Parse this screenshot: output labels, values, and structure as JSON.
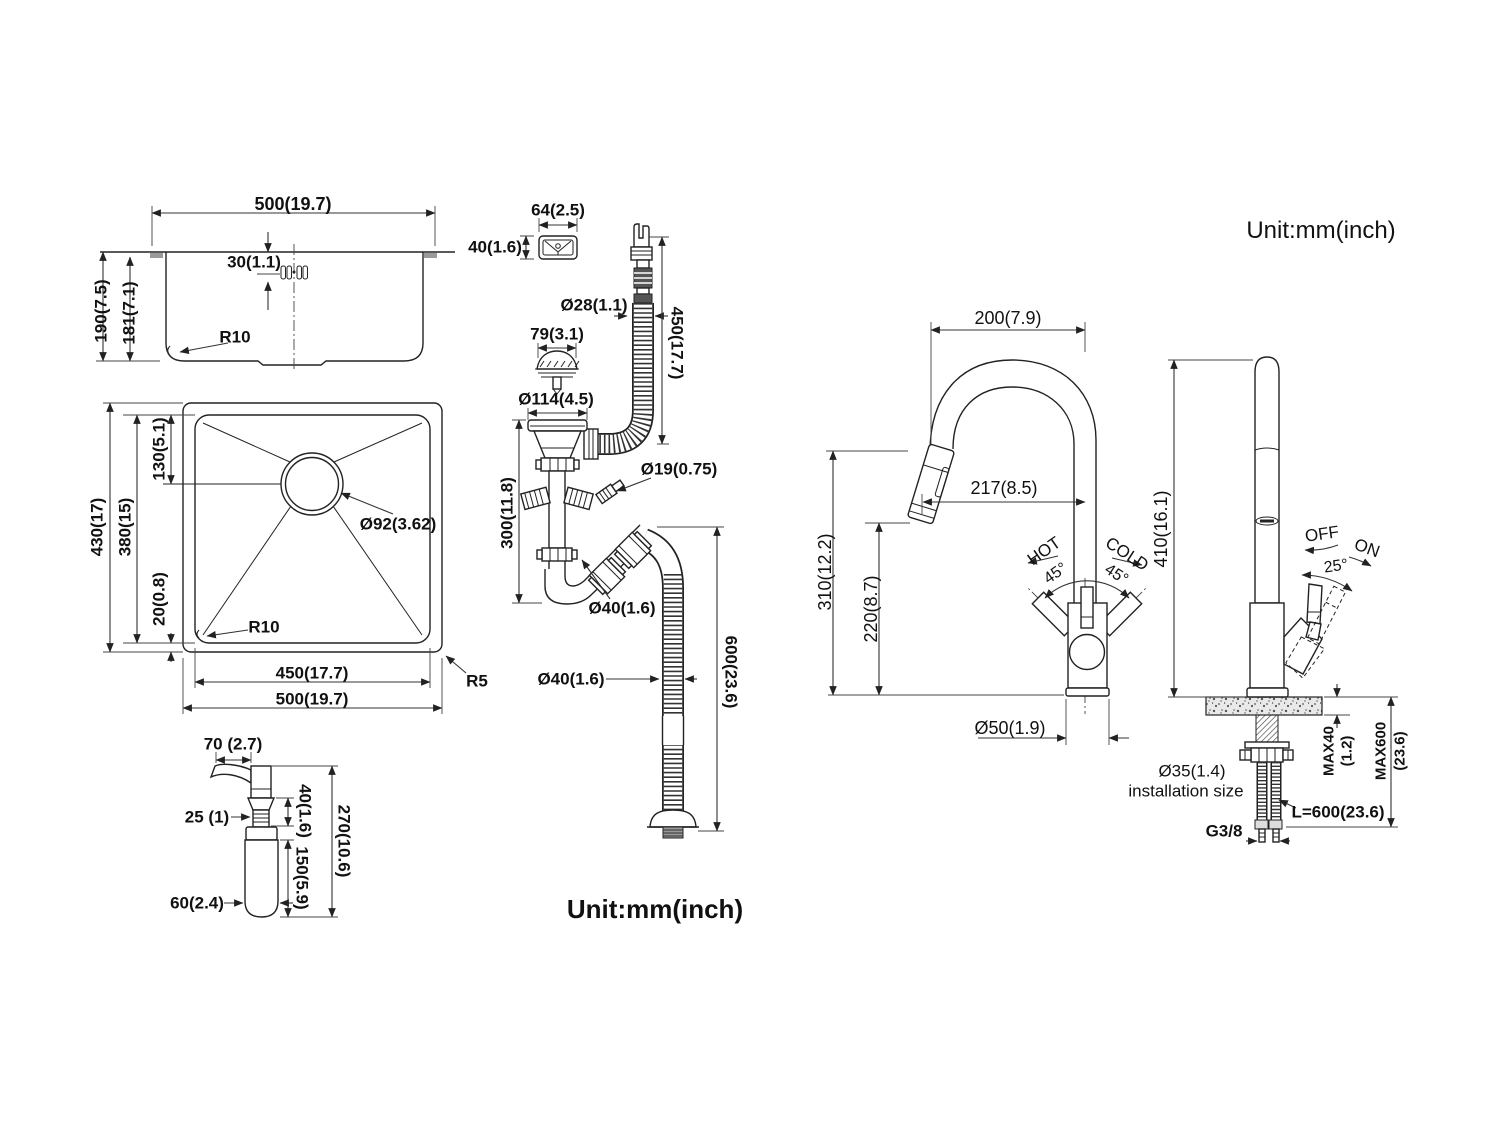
{
  "page": {
    "background": "#ffffff",
    "ink": "#222222"
  },
  "notes": {
    "unit_top": "Unit:mm(inch)",
    "unit_bottom": "Unit:mm(inch)"
  },
  "labels": [
    {
      "id": "sink-side-width",
      "text": "500(19.7)"
    },
    {
      "id": "sink-side-hole-offset",
      "text": "30(1.1)"
    },
    {
      "id": "sink-side-height-outer",
      "text": "190(7.5)"
    },
    {
      "id": "sink-side-height-inner",
      "text": "181(7.1)"
    },
    {
      "id": "sink-side-corner-radius",
      "text": "R10"
    },
    {
      "id": "sink-top-outer-height",
      "text": "430(17)"
    },
    {
      "id": "sink-top-inner-height",
      "text": "380(15)"
    },
    {
      "id": "sink-top-drain-offset",
      "text": "130(5.1)"
    },
    {
      "id": "sink-top-edge-gap",
      "text": "20(0.8)"
    },
    {
      "id": "sink-top-drain-dia",
      "text": "Ø92(3.62)"
    },
    {
      "id": "sink-top-corner-radius",
      "text": "R10"
    },
    {
      "id": "sink-top-inner-width",
      "text": "450(17.7)"
    },
    {
      "id": "sink-top-outer-width",
      "text": "500(19.7)"
    },
    {
      "id": "sink-top-outer-corner-radius",
      "text": "R5"
    },
    {
      "id": "dispenser-spout-length",
      "text": "70  (2.7)"
    },
    {
      "id": "dispenser-thread-dia",
      "text": "25  (1)"
    },
    {
      "id": "dispenser-collar-height",
      "text": "40(1.6)"
    },
    {
      "id": "dispenser-bottle-height",
      "text": "150(5.9)"
    },
    {
      "id": "dispenser-total-height",
      "text": "270(10.6)"
    },
    {
      "id": "dispenser-bottle-dia",
      "text": "60(2.4)"
    },
    {
      "id": "overflow-cover-width",
      "text": "64(2.5)"
    },
    {
      "id": "overflow-cover-height",
      "text": "40(1.6)"
    },
    {
      "id": "overflow-hose-dia",
      "text": "Ø28(1.1)"
    },
    {
      "id": "overflow-hose-length",
      "text": "450(17.7)"
    },
    {
      "id": "strainer-basket-dia",
      "text": "79(3.1)"
    },
    {
      "id": "drain-flange-dia",
      "text": "Ø114(4.5)"
    },
    {
      "id": "drain-spigot-dia",
      "text": "Ø19(0.75)"
    },
    {
      "id": "drain-body-height",
      "text": "300(11.8)"
    },
    {
      "id": "drain-trap-dia",
      "text": "Ø40(1.6)"
    },
    {
      "id": "waste-hose-dia",
      "text": "Ø40(1.6)"
    },
    {
      "id": "waste-hose-length",
      "text": "600(23.6)"
    },
    {
      "id": "faucet-spout-reach",
      "text": "200(7.9)"
    },
    {
      "id": "faucet-outlet-reach",
      "text": "217(8.5)"
    },
    {
      "id": "faucet-outlet-height",
      "text": "310(12.2)"
    },
    {
      "id": "faucet-head-height",
      "text": "220(8.7)"
    },
    {
      "id": "faucet-hot-label",
      "text": "HOT"
    },
    {
      "id": "faucet-hot-angle",
      "text": "45°"
    },
    {
      "id": "faucet-cold-label",
      "text": "COLD"
    },
    {
      "id": "faucet-cold-angle",
      "text": "45°"
    },
    {
      "id": "faucet-base-dia",
      "text": "Ø50(1.9)"
    },
    {
      "id": "faucet-total-height",
      "text": "410(16.1)"
    },
    {
      "id": "lever-off-label",
      "text": "OFF"
    },
    {
      "id": "lever-on-label",
      "text": "ON"
    },
    {
      "id": "lever-angle",
      "text": "25°"
    },
    {
      "id": "installation-dia",
      "text": "Ø35(1.4)"
    },
    {
      "id": "installation-note",
      "text": "installation size"
    },
    {
      "id": "counter-max-thickness",
      "text": "MAX40"
    },
    {
      "id": "counter-max-thickness-inch",
      "text": "(1.2)"
    },
    {
      "id": "hose-max-reach",
      "text": "MAX600"
    },
    {
      "id": "hose-max-reach-inch",
      "text": "(23.6)"
    },
    {
      "id": "supply-hose-length",
      "text": "L=600(23.6)"
    },
    {
      "id": "supply-thread",
      "text": "G3/8"
    },
    {
      "id": "unit-note-top",
      "text": "Unit:mm(inch)"
    },
    {
      "id": "unit-note-bottom",
      "text": "Unit:mm(inch)"
    }
  ]
}
